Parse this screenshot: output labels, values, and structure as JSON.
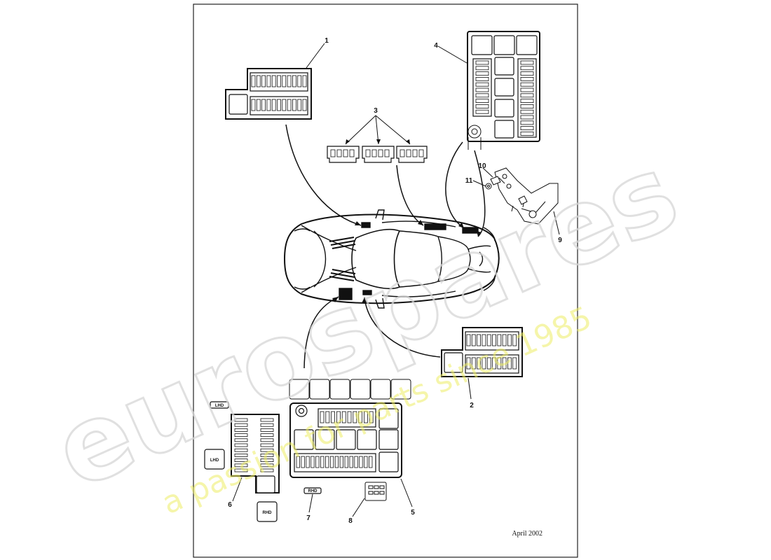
{
  "diagram": {
    "callouts": [
      "1",
      "2",
      "3",
      "4",
      "5",
      "6",
      "7",
      "8",
      "9",
      "10",
      "11"
    ],
    "tags": {
      "lhd_top": "LHD",
      "lhd_box": "LHD",
      "rhd_box": "RHD",
      "rhd_small": "RHD"
    },
    "date": "April 2002"
  },
  "watermark": {
    "brand": "eurospares",
    "tagline": "a passion for parts since 1985",
    "color": "#eeee66"
  }
}
